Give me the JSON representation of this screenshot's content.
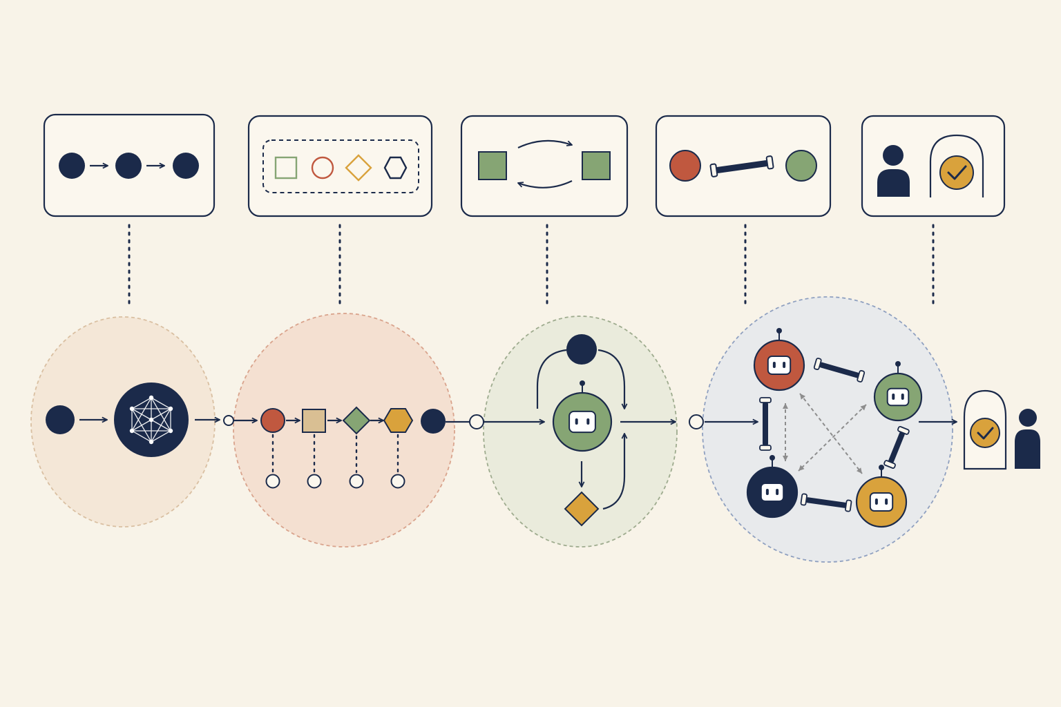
{
  "colors": {
    "navy": "#1b2a4a",
    "red": "#c0583f",
    "green": "#86a574",
    "gold": "#d9a23c",
    "tan": "#d9bf93",
    "background": "#f8f3e8",
    "paper": "#fbf7ee",
    "white": "#ffffff",
    "gray": "#8d8d8d",
    "zone_sequential": "#f3e3d2",
    "zone_specialized": "#f3d9c9",
    "zone_iterative": "#e6e9d8",
    "zone_network": "#e5e8ec",
    "zone_sequential_border": "#d9bfa1",
    "zone_specialized_border": "#d9a38c",
    "zone_iterative_border": "#9eab8e",
    "zone_network_border": "#8fa0c0"
  },
  "stages": [
    {
      "name": "sequential-chain",
      "legend_icons": [
        "circle",
        "arrow",
        "circle",
        "arrow",
        "circle"
      ],
      "diagram_icon": "neural-network-icon"
    },
    {
      "name": "specialized-steps",
      "legend_icons": [
        "square",
        "circle",
        "diamond",
        "hexagon"
      ],
      "diagram_icon": "step-sequence"
    },
    {
      "name": "iterative-loop",
      "legend_icons": [
        "square",
        "cycle-arrows",
        "square"
      ],
      "diagram_icon": "robot-icon"
    },
    {
      "name": "agent-network",
      "legend_icons": [
        "circle",
        "bone-link-icon",
        "circle"
      ],
      "diagram_icon": "robot-network"
    },
    {
      "name": "human-approval",
      "legend_icons": [
        "person-icon",
        "approval-arch-icon"
      ],
      "diagram_icon": "approval-gate"
    }
  ]
}
